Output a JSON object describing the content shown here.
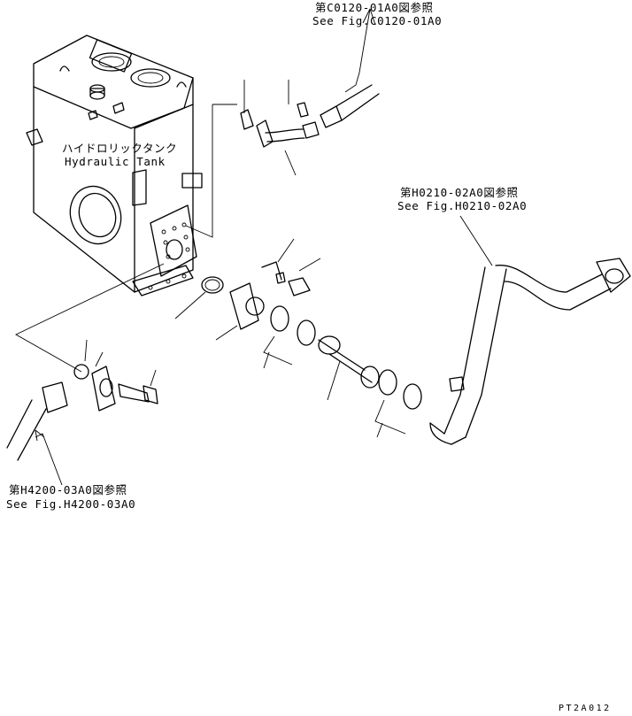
{
  "tank_label": {
    "jp": "ハイドロリックタンク",
    "en": "Hydraulic Tank"
  },
  "refs": {
    "top": {
      "jp": "第C0120-01A0図参照",
      "en": "See Fig.C0120-01A0"
    },
    "right": {
      "jp": "第H0210-02A0図参照",
      "en": "See Fig.H0210-02A0"
    },
    "left": {
      "jp": "第H4200-03A0図参照",
      "en": "See Fig.H4200-03A0"
    }
  },
  "drawing_code": "PT2A012"
}
